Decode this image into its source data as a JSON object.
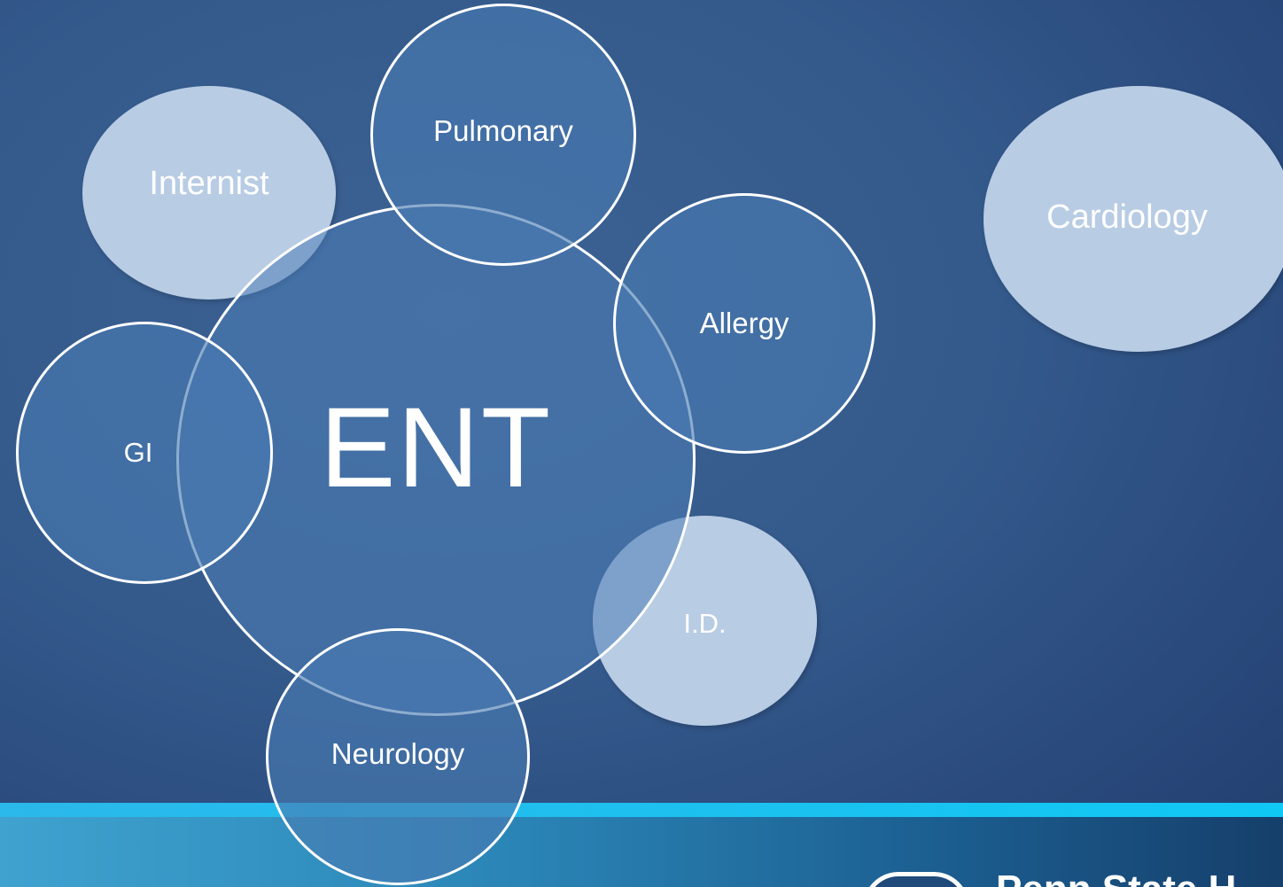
{
  "diagram": {
    "center": {
      "label": "ENT"
    },
    "nodes": [
      {
        "id": "internist",
        "label": "Internist"
      },
      {
        "id": "pulmonary",
        "label": "Pulmonary"
      },
      {
        "id": "allergy",
        "label": "Allergy"
      },
      {
        "id": "gi",
        "label": "GI"
      },
      {
        "id": "id",
        "label": "I.D."
      },
      {
        "id": "neurology",
        "label": "Neurology"
      },
      {
        "id": "cardiology",
        "label": "Cardiology"
      }
    ]
  },
  "footer": {
    "logo_text": "Penn State H"
  },
  "colors": {
    "background": "#345a8c",
    "ring_fill": "#487ab2",
    "solid_fill": "#b8cce4",
    "footer_stripe": "#10c8f4",
    "text": "#ffffff"
  }
}
